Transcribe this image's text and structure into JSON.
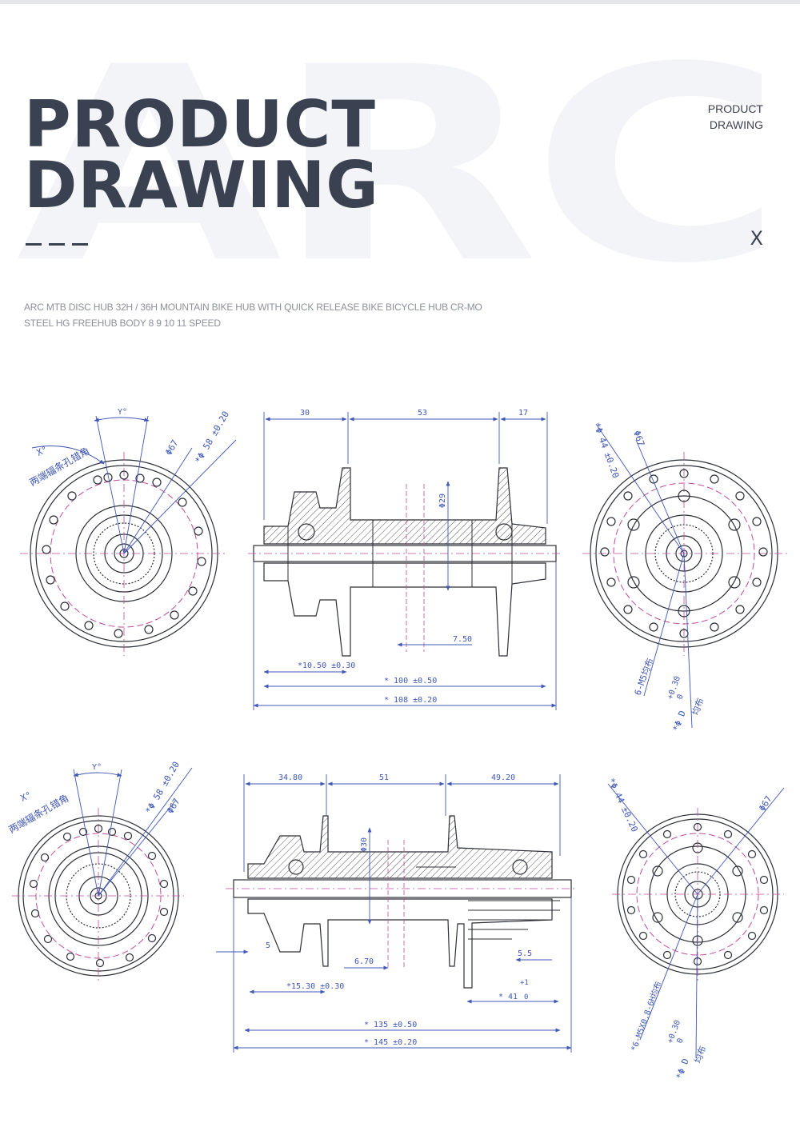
{
  "header": {
    "watermark": "ARC",
    "title_line1": "PRODUCT",
    "title_line2": "DRAWING",
    "corner_line1": "PRODUCT",
    "corner_line2": "DRAWING",
    "close_label": "X",
    "description": "ARC MTB DISC HUB 32H / 36H MOUNTAIN BIKE HUB WITH QUICK RELEASE BIKE BICYCLE HUB CR-MO STEEL HG FREEHUB BODY 8 9 10 11 SPEED"
  },
  "colors": {
    "dimension": "#3f57b5",
    "outline": "#2b2f36",
    "centerline": "#c04aa0",
    "heading": "#3a4150"
  },
  "front": {
    "left_angle": "Y°",
    "left_side_angle": "X°",
    "left_note": "两端辐条孔错角",
    "left_d_outer": "Φ67",
    "left_d_pcd": "*Φ 58 ±0.20",
    "dim_top_1": "30",
    "dim_top_2": "53",
    "dim_top_3": "17",
    "dim_center_dia": "Φ29",
    "dim_offset": "7.50",
    "dim_flange": "*10.50 ±0.30",
    "dim_olw": "* 100 ±0.50",
    "dim_axle": "* 108 ±0.20",
    "right_d_pcd": "*Φ 44 ±0.20",
    "right_d_outer": "Φ67",
    "right_bolts": "6-M5均布",
    "right_tol": "+0.30",
    "right_tol2": "0",
    "right_hole": "*Φ D",
    "right_even": "均布"
  },
  "rear": {
    "left_angle": "Y°",
    "left_side_angle": "X°",
    "left_note": "两端辐条孔错角",
    "left_d_pcd": "*Φ 58 ±0.20",
    "left_d_outer": "Φ67",
    "dim_top_1": "34.80",
    "dim_top_2": "51",
    "dim_top_3": "49.20",
    "dim_center_dia": "Φ30",
    "dim_left": "5",
    "dim_offset": "6.70",
    "dim_right": "5.5",
    "dim_flange": "*15.30 ±0.30",
    "dim_body": "* 41",
    "dim_body_tol_up": "+1",
    "dim_body_tol_down": "0",
    "dim_olw": "* 135 ±0.50",
    "dim_axle": "* 145 ±0.20",
    "right_d_pcd": "*Φ 44 ±0.20",
    "right_d_outer": "Φ67",
    "right_bolts": "*6-M5X0.8-6H均布",
    "right_tol": "+0.30",
    "right_tol2": "0",
    "right_hole": "*Φ D",
    "right_even": "均布"
  }
}
